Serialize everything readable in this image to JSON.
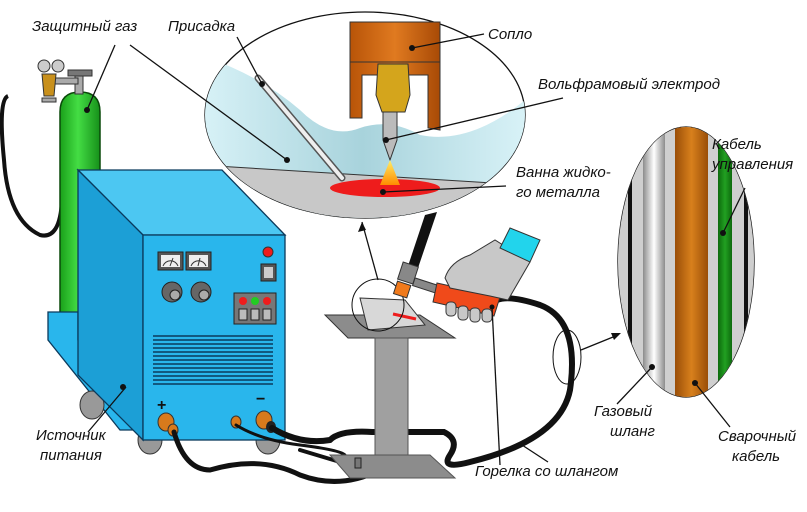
{
  "diagram": {
    "title": "Схема аргонодуговой сварки (TIG)",
    "labels": {
      "shielding_gas": "Защитный газ",
      "filler": "Присадка",
      "nozzle": "Сопло",
      "tungsten_electrode": "Вольфрамовый электрод",
      "weld_pool_line1": "Ванна жидко-",
      "weld_pool_line2": "го металла",
      "control_cable_line1": "Кабель",
      "control_cable_line2": "управления",
      "power_source_line1": "Источник",
      "power_source_line2": "питания",
      "gas_hose_line1": "Газовый",
      "gas_hose_line2": "шланг",
      "welding_cable_line1": "Сварочный",
      "welding_cable_line2": "кабель",
      "torch_with_hose": "Горелка со шлангом"
    },
    "terminals": {
      "plus": "+",
      "minus": "−"
    },
    "colors": {
      "machine_front": "#29b6ec",
      "machine_side": "#1c9fd6",
      "machine_top": "#4cc7f2",
      "cylinder": "#2ec42e",
      "nozzle": "#c8640e",
      "collet": "#d4a51c",
      "weld_pool": "#ee1c1c",
      "flame": "#ffcc00",
      "gas_cloud": "#bfe4ec",
      "torch_handle": "#f04a1a",
      "welding_cable_core": "#c8700e",
      "control_cable_core": "#1a8a1a",
      "glove_cuff": "#22d4ec"
    },
    "indicators": {
      "panel_lamps": [
        "red",
        "green",
        "red"
      ],
      "power_lamp": "red"
    }
  }
}
